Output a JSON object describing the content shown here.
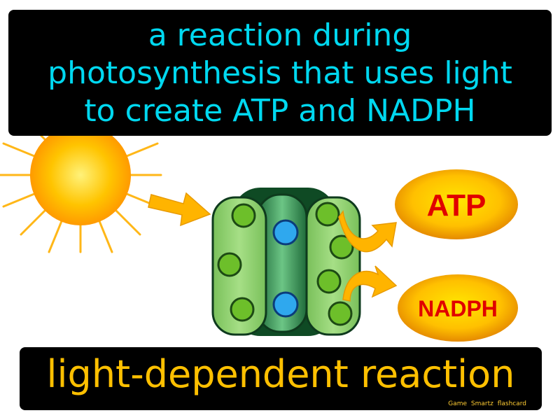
{
  "definition": "a reaction during\nphotosynthesis that uses light\nto create ATP and NADPH",
  "term": "light-dependent reaction",
  "products": {
    "atp_label": "ATP",
    "nadph_label": "NADPH"
  },
  "credit": "Game Smartz flashcard",
  "colors": {
    "definition_text": "#00d8f0",
    "term_text": "#ffc000",
    "product_text": "#e00000",
    "sun": "#ffb000",
    "arrow": "#ffb000",
    "chloroplast_green": "#8fd16a",
    "thylakoid_center": "#3a9a5c"
  },
  "icons": [
    "sun-icon",
    "light-arrow-icon",
    "chloroplast-icon",
    "product-arrow-icon"
  ]
}
